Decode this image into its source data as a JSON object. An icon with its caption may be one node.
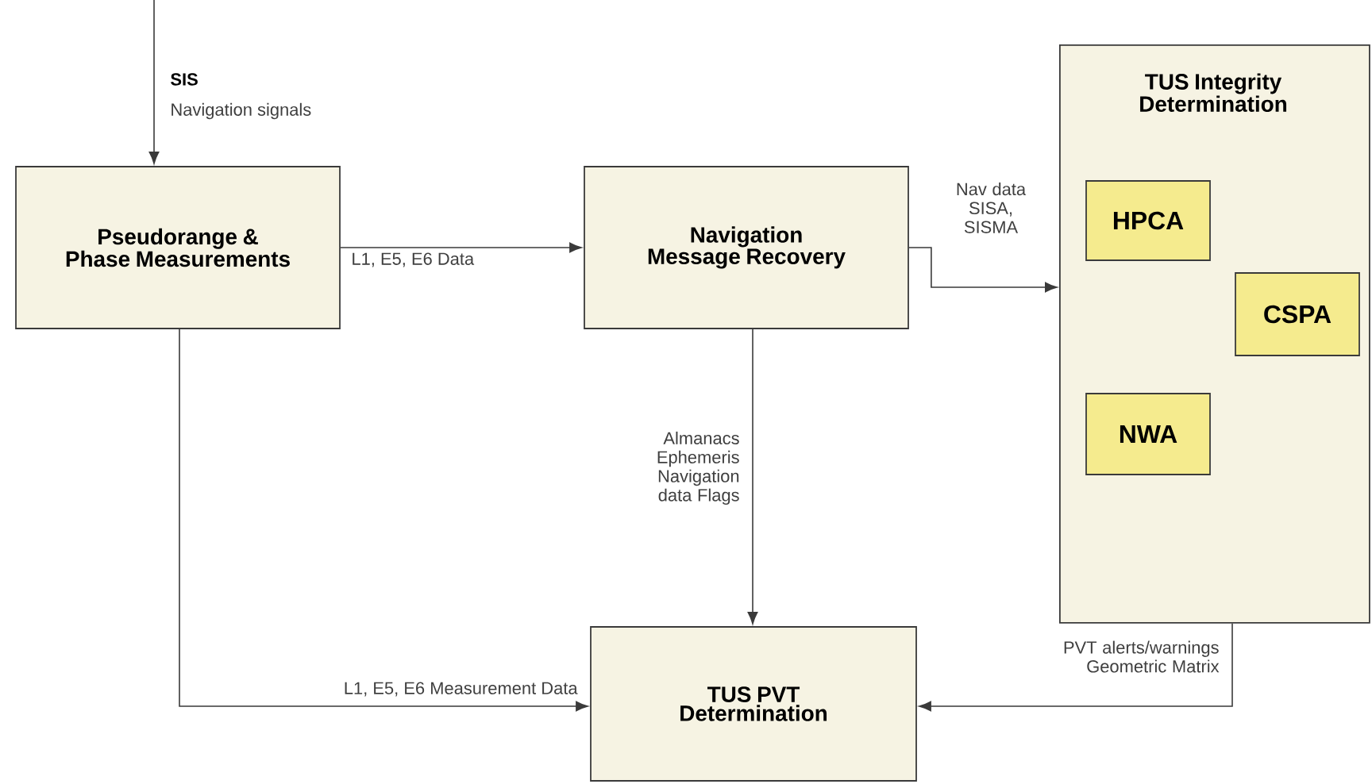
{
  "diagram": {
    "nodes": [
      {
        "text": [
          "Pseudorange & Phase Measurements"
        ]
      },
      {
        "text": [
          "Navigation Message Recovery"
        ]
      },
      {
        "text": [
          "TUS Integrity Determination"
        ]
      },
      {
        "text": [
          "HPCA"
        ],
        "in": 2
      },
      {
        "text": [
          "CSPA"
        ],
        "in": 2
      },
      {
        "text": [
          "NWA"
        ],
        "in": 2
      },
      {
        "text": [
          "TUS PVT Determination"
        ]
      }
    ],
    "edges": [
      {
        "from": null,
        "to": 0,
        "arrow": "to",
        "label": "SIS"
      },
      {
        "from": 0,
        "to": 1,
        "arrow": "to",
        "label": "L1, E5, E6 Data"
      },
      {
        "from": 1,
        "to": 2,
        "arrow": "to",
        "label": "Nav data SISA, SISMA"
      },
      {
        "from": 1,
        "to": 6,
        "arrow": "to",
        "label": "Almanacs Ephemeris Navigation data Flags"
      },
      {
        "from": 0,
        "to": 6,
        "arrow": "to",
        "label": "L1, E5, E6 Measurement Data"
      },
      {
        "from": 2,
        "to": 6,
        "arrow": "to",
        "label": "PVT alerts/warnings Geometric Matrix"
      }
    ],
    "labels": [
      "Navigation signals"
    ]
  }
}
